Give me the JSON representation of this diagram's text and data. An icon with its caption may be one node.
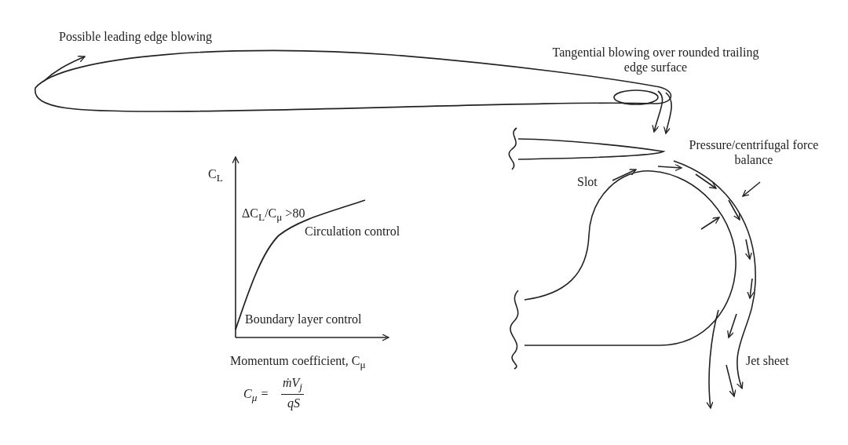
{
  "diagram": {
    "labels": [
      "Possible leading edge blowing",
      "Tangential blowing over rounded trailing edge surface",
      "Pressure/centrifugal force balance",
      "C$_{L}$",
      "ΔC$_{L}$/C$_{μ}$ >80",
      "Slot",
      "Circulation control",
      "Boundary layer control",
      "Jet sheet",
      "Momentum coefficient, C$_{μ}$",
      "C$_{μ}$ =",
      "ṁV$_{j}$",
      "qS"
    ]
  }
}
